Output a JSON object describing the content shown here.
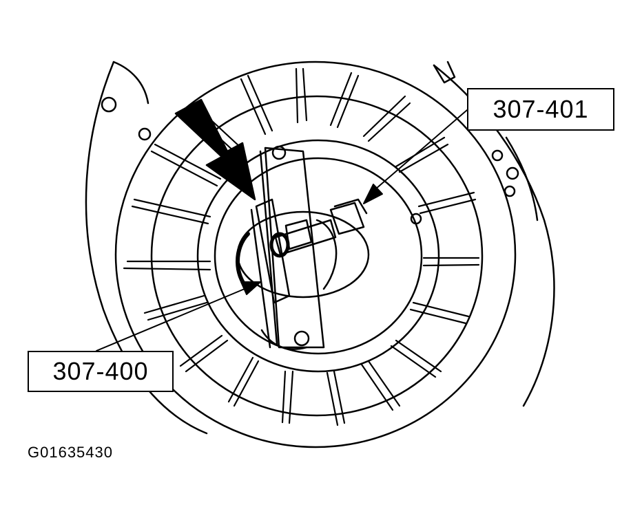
{
  "callouts": {
    "tool_401": "307-401",
    "tool_400": "307-400"
  },
  "figure_id": "G01635430",
  "colors": {
    "ink": "#000000",
    "paper": "#ffffff"
  }
}
